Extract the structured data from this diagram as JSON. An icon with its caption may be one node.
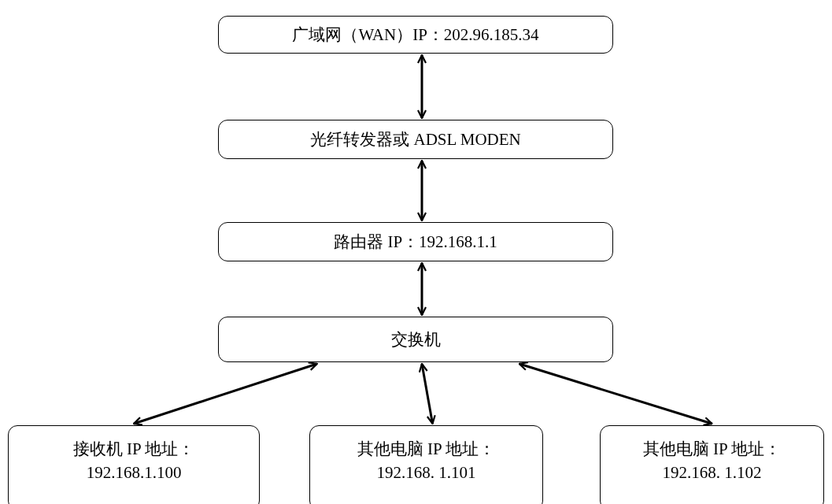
{
  "diagram": {
    "nodes": [
      {
        "text": [
          "广域网（WAN）IP：202.96.185.34"
        ]
      },
      {
        "text": [
          "光纤转发器或 ADSL MODEN"
        ]
      },
      {
        "text": [
          "路由器 IP：192.168.1.1"
        ]
      },
      {
        "text": [
          "交换机"
        ]
      },
      {
        "text": [
          "接收机 IP 地址：192.168.1.100"
        ]
      },
      {
        "text": [
          "其他电脑 IP 地址：192.168. 1.101"
        ]
      },
      {
        "text": [
          "其他电脑 IP 地址：192.168. 1.102"
        ]
      }
    ],
    "edges": [
      {
        "from": 0,
        "to": 1,
        "arrow": "both"
      },
      {
        "from": 1,
        "to": 2,
        "arrow": "both"
      },
      {
        "from": 2,
        "to": 3,
        "arrow": "both"
      },
      {
        "from": 3,
        "to": 4,
        "arrow": "both"
      },
      {
        "from": 3,
        "to": 5,
        "arrow": "both"
      },
      {
        "from": 3,
        "to": 6,
        "arrow": "both"
      }
    ]
  }
}
